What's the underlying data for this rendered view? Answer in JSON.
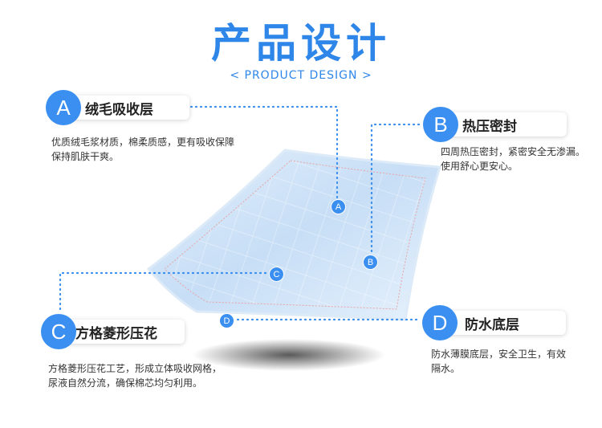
{
  "header": {
    "title": "产品设计",
    "subtitle_left": "<",
    "subtitle": "PRODUCT DESIGN",
    "subtitle_right": ">"
  },
  "features": [
    {
      "letter": "A",
      "title": "绒毛吸收层",
      "desc_line1": "优质绒毛浆材质，棉柔质感，更有吸收保障",
      "desc_line2": "保持肌肤干爽。"
    },
    {
      "letter": "B",
      "title": "热压密封",
      "desc_line1": "四周热压密封，紧密安全无渗漏。",
      "desc_line2": "使用舒心更安心。"
    },
    {
      "letter": "C",
      "title": "方格菱形压花",
      "desc_line1": "方格菱形压花工艺，形成立体吸收网格，",
      "desc_line2": "尿液自然分流，确保棉芯均匀利用。"
    },
    {
      "letter": "D",
      "title": "防水底层",
      "desc_line1": "防水薄膜底层，安全卫生，有效",
      "desc_line2": "隔水。"
    }
  ],
  "colors": {
    "accent": "#3a8ff0",
    "title": "#2f86e9",
    "pad": "#cfe3f7"
  }
}
